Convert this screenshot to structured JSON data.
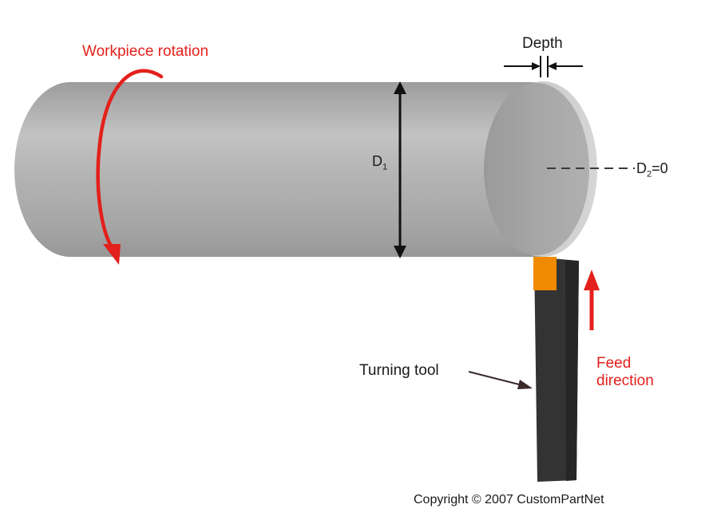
{
  "labels": {
    "workpiece_rotation": "Workpiece rotation",
    "depth": "Depth",
    "d1_main": "D",
    "d1_sub": "1",
    "d2_main": "D",
    "d2_sub": "2",
    "d2_value": "=0",
    "turning_tool": "Turning tool",
    "feed_line1": "Feed",
    "feed_line2": "direction",
    "copyright": "Copyright © 2007 CustomPartNet"
  },
  "colors": {
    "accent_red": "#e3201b",
    "workpiece_gray": "#b4b4b4",
    "tool_body": "#333333",
    "tool_insert": "#f08a00",
    "text_dark": "#1a1a1a"
  }
}
